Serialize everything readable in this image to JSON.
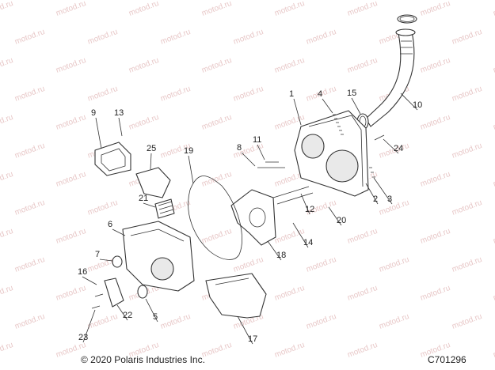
{
  "watermark_text": "motod.ru",
  "copyright": "© 2020 Polaris Industries Inc.",
  "figure_id": "C701296",
  "callouts": [
    "1",
    "2",
    "3",
    "4",
    "5",
    "6",
    "7",
    "8",
    "9",
    "10",
    "11",
    "12",
    "13",
    "14",
    "15",
    "16",
    "17",
    "18",
    "19",
    "20",
    "21",
    "22",
    "23",
    "24",
    "25"
  ],
  "colors": {
    "line": "#333333",
    "watermark": "#e8c8c8",
    "background": "#ffffff"
  }
}
